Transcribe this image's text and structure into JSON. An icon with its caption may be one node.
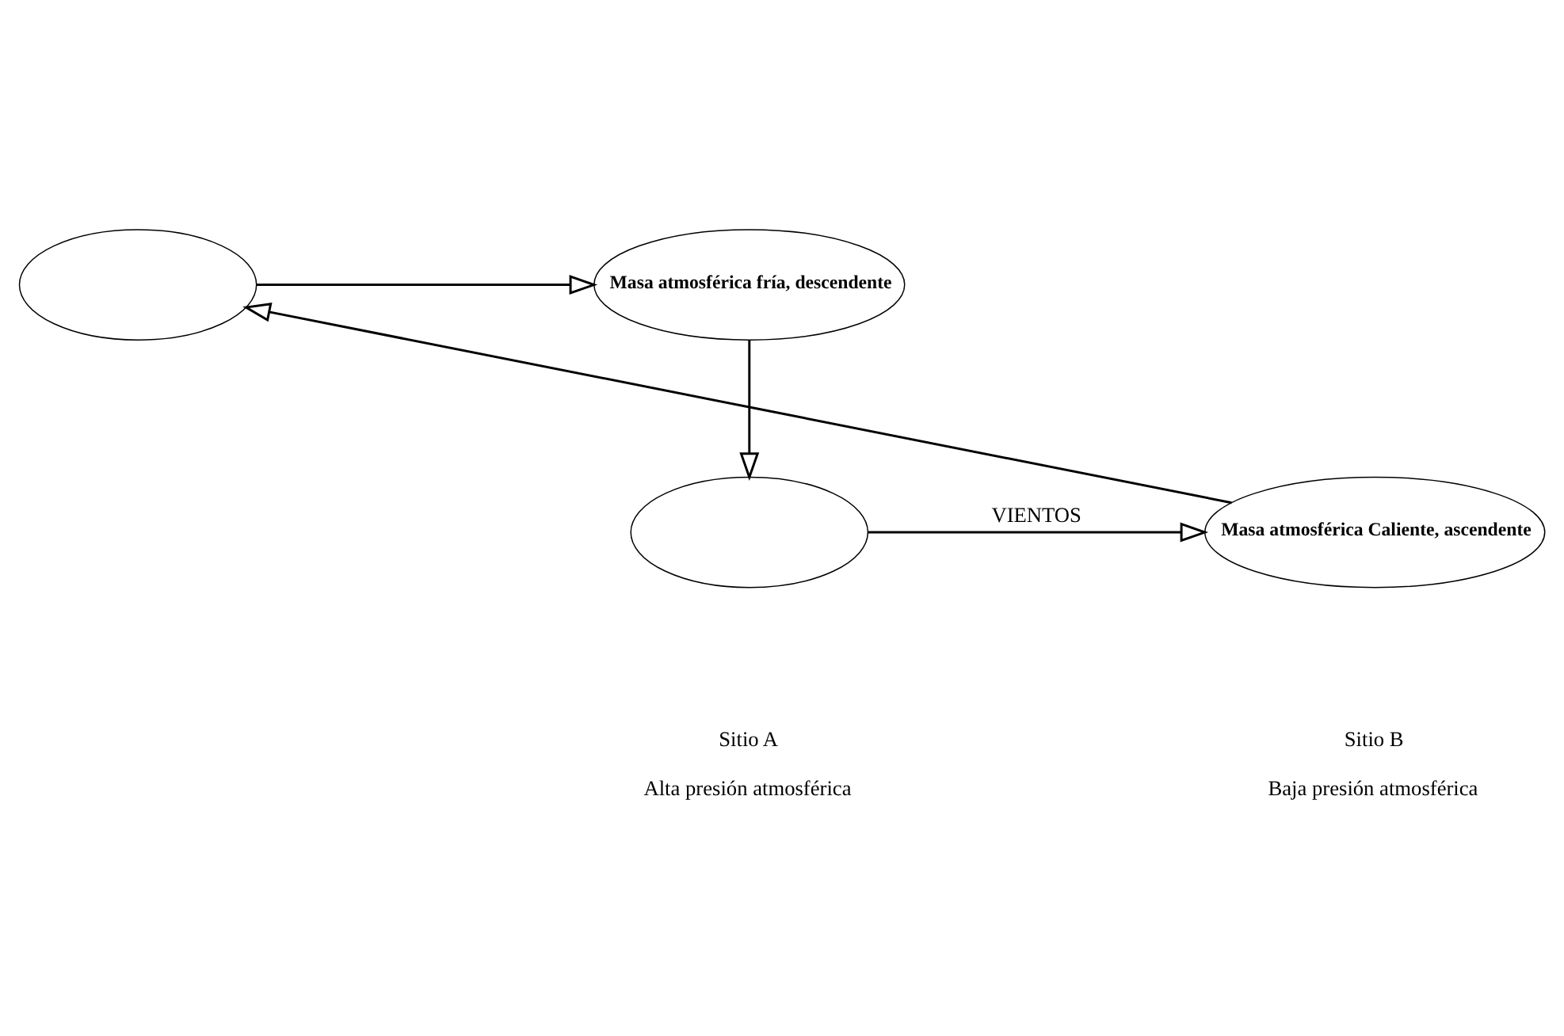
{
  "diagram": {
    "nodes": [
      {
        "text": [
          "Masa atmosférica fría, descendente"
        ]
      },
      {
        "text": [],
        "shape": "ellipse"
      },
      {
        "text": [],
        "shape": "ellipse",
        "beside": [
          "Sitio A",
          "Alta presión atmosférica"
        ]
      },
      {
        "text": [
          "Masa atmosférica Caliente, ascendente"
        ],
        "beside": [
          "Sitio B",
          "Baja presión atmosférica"
        ]
      }
    ],
    "edges": [
      {
        "from": 0,
        "to": 2,
        "arrow": "to"
      },
      {
        "from": 2,
        "to": 3,
        "arrow": "to",
        "label": "VIENTOS"
      },
      {
        "from": 3,
        "to": 1,
        "arrow": "to"
      },
      {
        "from": 1,
        "to": 0,
        "arrow": "to"
      }
    ]
  }
}
